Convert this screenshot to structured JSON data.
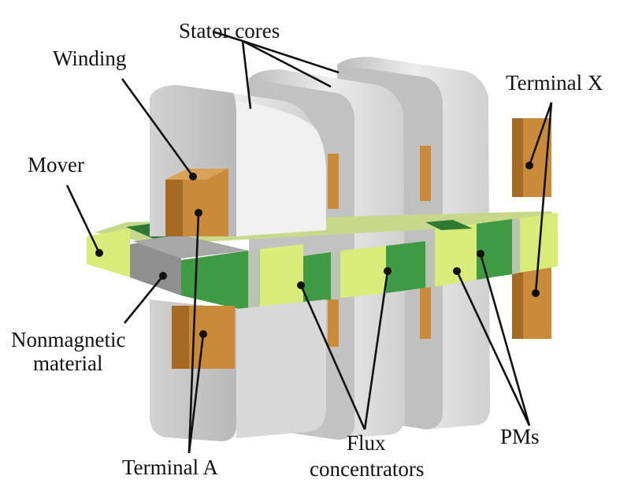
{
  "labels": {
    "stator_cores": "Stator cores",
    "winding": "Winding",
    "terminal_x": "Terminal X",
    "mover": "Mover",
    "nonmagnetic_line1": "Nonmagnetic",
    "nonmagnetic_line2": "material",
    "flux_line1": "Flux",
    "flux_line2": "concentrators",
    "pms": "PMs",
    "terminal_a": "Terminal A"
  },
  "colors": {
    "stator_face": "#c6c6c6",
    "stator_side": "#e6e6e6",
    "stator_dark": "#9e9e9e",
    "winding": "#c98a3a",
    "winding_dark": "#a46a24",
    "pm_yellow": "#d9ec7a",
    "pm_yellow_light": "#eef7b6",
    "pm_green": "#3f9a44",
    "pm_green_dark": "#2e7a33",
    "nonmagnetic": "#8f8f8f",
    "flux_concentrator": "#b9c3b0"
  }
}
